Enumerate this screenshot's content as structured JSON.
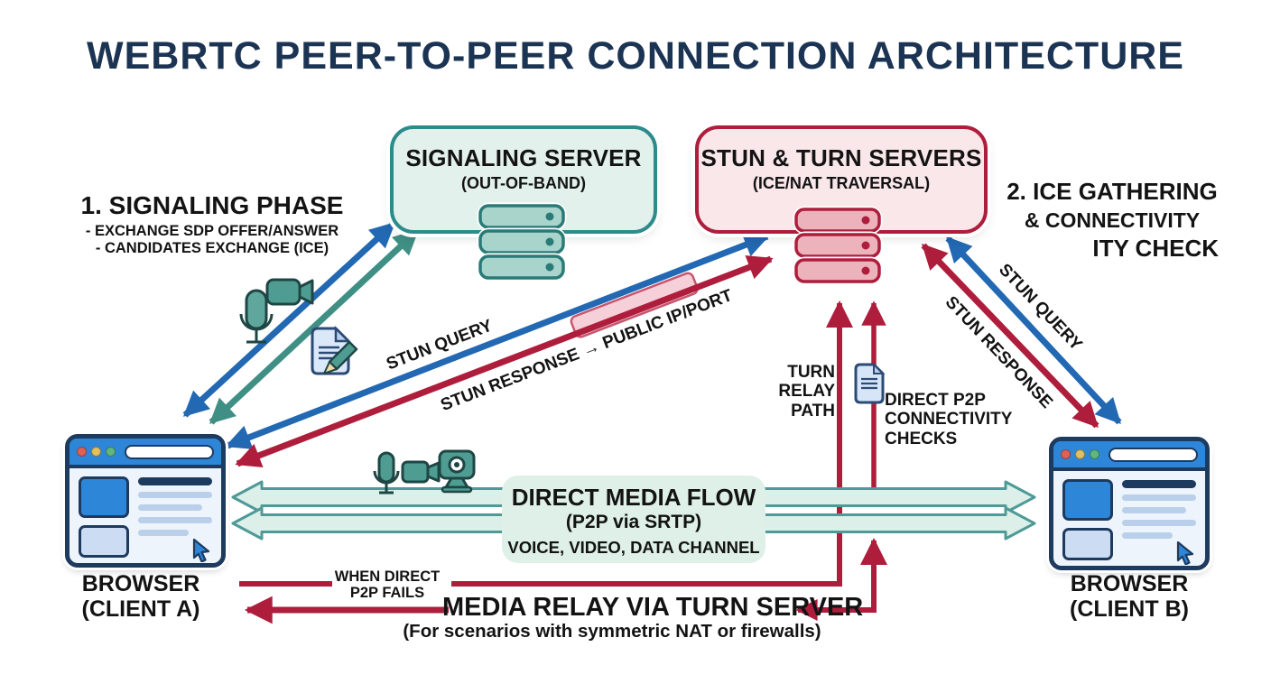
{
  "title": "WEBRTC PEER-TO-PEER CONNECTION ARCHITECTURE",
  "signaling_server": {
    "title": "SIGNALING SERVER",
    "subtitle": "(OUT-OF-BAND)"
  },
  "stun_turn_servers": {
    "title": "STUN & TURN SERVERS",
    "subtitle": "(ICE/NAT TRAVERSAL)"
  },
  "phase1": {
    "title": "1. SIGNALING PHASE",
    "bullet1": "- EXCHANGE SDP OFFER/ANSWER",
    "bullet2": "- CANDIDATES EXCHANGE (ICE)"
  },
  "phase2": {
    "line1": "2. ICE GATHERING",
    "line2": "& CONNECTIVITY",
    "line3": "ITY CHECK"
  },
  "browser_a": {
    "line1": "BROWSER",
    "line2": "(CLIENT A)"
  },
  "browser_b": {
    "line1": "BROWSER",
    "line2": "(CLIENT B)"
  },
  "labels": {
    "stun_query_left": "STUN QUERY",
    "stun_response_left": "STUN RESPONSE → PUBLIC IP/PORT",
    "stun_query_right": "STUN QUERY",
    "stun_response_right": "STUN RESPONSE",
    "turn_relay": [
      "TURN",
      "RELAY",
      "PATH"
    ],
    "direct_p2p": [
      "DIRECT P2P",
      "CONNECTIVITY",
      "CHECKS"
    ],
    "when_fails": [
      "WHEN DIRECT",
      "P2P FAILS"
    ]
  },
  "media_flow": {
    "title": "DIRECT MEDIA FLOW",
    "subtitle": "(P2P via SRTP)",
    "detail": "VOICE, VIDEO, DATA CHANNEL"
  },
  "media_relay": {
    "title": "MEDIA RELAY VIA TURN SERVER",
    "subtitle": "(For scenarios with symmetric NAT or firewalls)"
  },
  "colors": {
    "accent_blue": "#2268b2",
    "accent_teal": "#3f8f85",
    "accent_red": "#ae1e3c",
    "navy": "#1d3a5f",
    "mint_fill": "#e3f1ec",
    "pink_fill": "#f9e7ea"
  }
}
